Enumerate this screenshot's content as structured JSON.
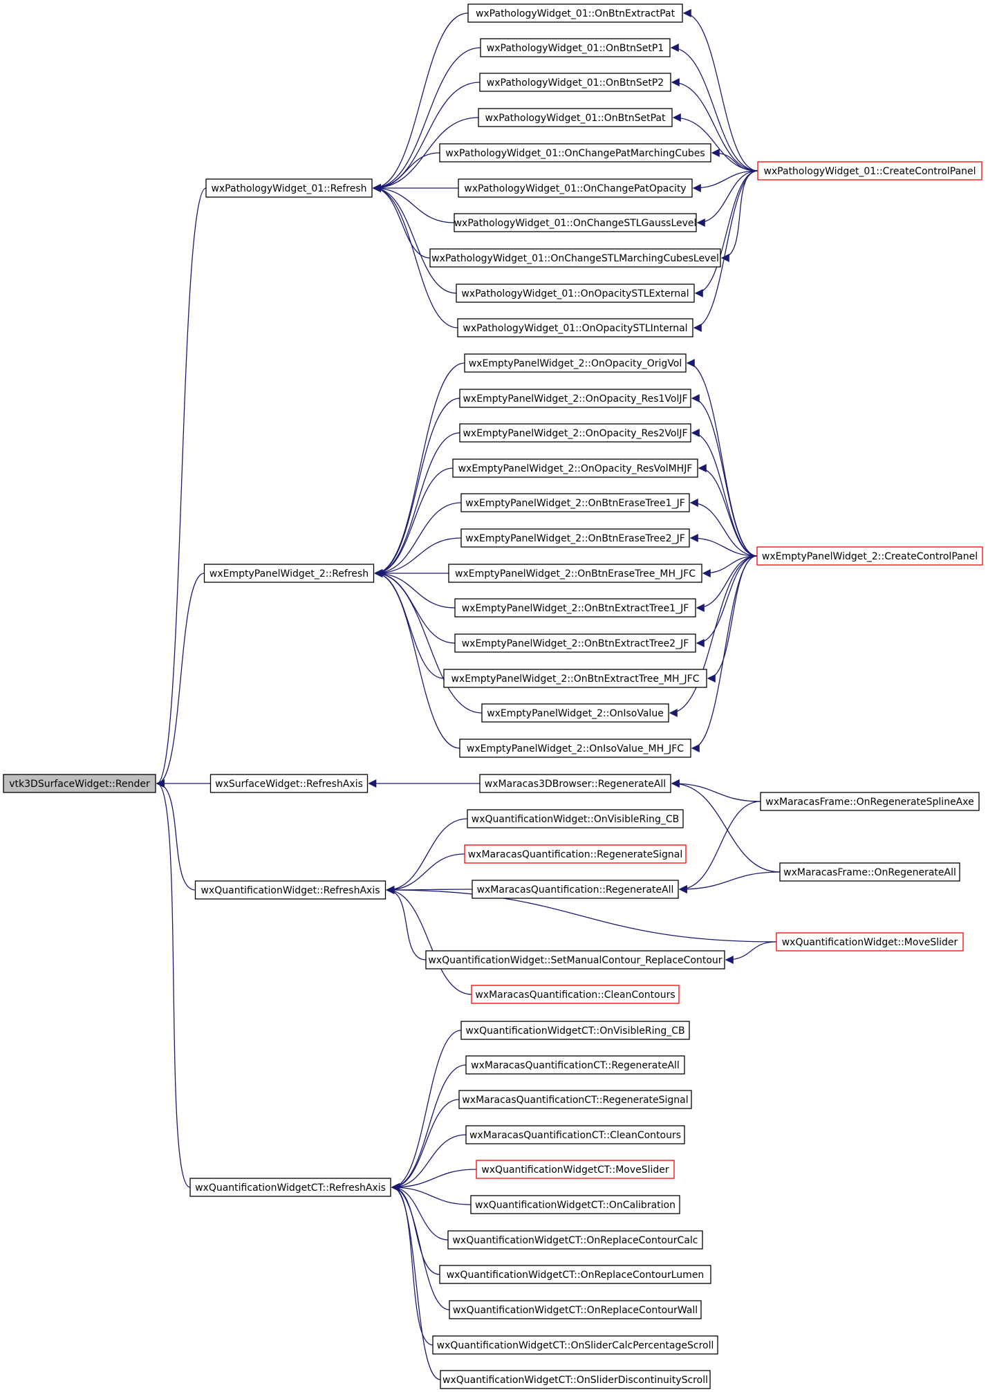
{
  "colors": {
    "edge": "#191970",
    "node_border": "#000000",
    "node_border_external": "#ff0000",
    "root_fill": "#bfbfbf",
    "node_fill": "#ffffff"
  },
  "nodes": [
    {
      "id": "root",
      "label": "vtk3DSurfaceWidget::Render",
      "root": true
    },
    {
      "id": "pw_refresh",
      "label": "wxPathologyWidget_01::Refresh"
    },
    {
      "id": "ep_refresh",
      "label": "wxEmptyPanelWidget_2::Refresh"
    },
    {
      "id": "sw_refreshaxis",
      "label": "wxSurfaceWidget::RefreshAxis"
    },
    {
      "id": "qw_refreshaxis",
      "label": "wxQuantificationWidget::RefreshAxis"
    },
    {
      "id": "qct_refreshaxis",
      "label": "wxQuantificationWidgetCT::RefreshAxis"
    },
    {
      "id": "pw_extractpat",
      "label": "wxPathologyWidget_01::OnBtnExtractPat"
    },
    {
      "id": "pw_setp1",
      "label": "wxPathologyWidget_01::OnBtnSetP1"
    },
    {
      "id": "pw_setp2",
      "label": "wxPathologyWidget_01::OnBtnSetP2"
    },
    {
      "id": "pw_setpat",
      "label": "wxPathologyWidget_01::OnBtnSetPat"
    },
    {
      "id": "pw_chgmc",
      "label": "wxPathologyWidget_01::OnChangePatMarchingCubes"
    },
    {
      "id": "pw_chgop",
      "label": "wxPathologyWidget_01::OnChangePatOpacity"
    },
    {
      "id": "pw_chgstlg",
      "label": "wxPathologyWidget_01::OnChangeSTLGaussLevel"
    },
    {
      "id": "pw_chgstlmc",
      "label": "wxPathologyWidget_01::OnChangeSTLMarchingCubesLevel"
    },
    {
      "id": "pw_opext",
      "label": "wxPathologyWidget_01::OnOpacitySTLExternal"
    },
    {
      "id": "pw_opint",
      "label": "wxPathologyWidget_01::OnOpacitySTLInternal"
    },
    {
      "id": "pw_ccp",
      "label": "wxPathologyWidget_01::CreateControlPanel",
      "external": true
    },
    {
      "id": "ep_oporig",
      "label": "wxEmptyPanelWidget_2::OnOpacity_OrigVol"
    },
    {
      "id": "ep_opres1",
      "label": "wxEmptyPanelWidget_2::OnOpacity_Res1VolJF"
    },
    {
      "id": "ep_opres2",
      "label": "wxEmptyPanelWidget_2::OnOpacity_Res2VolJF"
    },
    {
      "id": "ep_opresmh",
      "label": "wxEmptyPanelWidget_2::OnOpacity_ResVolMHJF"
    },
    {
      "id": "ep_erase1",
      "label": "wxEmptyPanelWidget_2::OnBtnEraseTree1_JF"
    },
    {
      "id": "ep_erase2",
      "label": "wxEmptyPanelWidget_2::OnBtnEraseTree2_JF"
    },
    {
      "id": "ep_erasemh",
      "label": "wxEmptyPanelWidget_2::OnBtnEraseTree_MH_JFC"
    },
    {
      "id": "ep_extract1",
      "label": "wxEmptyPanelWidget_2::OnBtnExtractTree1_JF"
    },
    {
      "id": "ep_extract2",
      "label": "wxEmptyPanelWidget_2::OnBtnExtractTree2_JF"
    },
    {
      "id": "ep_extractmh",
      "label": "wxEmptyPanelWidget_2::OnBtnExtractTree_MH_JFC"
    },
    {
      "id": "ep_iso",
      "label": "wxEmptyPanelWidget_2::OnIsoValue"
    },
    {
      "id": "ep_isomh",
      "label": "wxEmptyPanelWidget_2::OnIsoValue_MH_JFC"
    },
    {
      "id": "ep_ccp",
      "label": "wxEmptyPanelWidget_2::CreateControlPanel",
      "external": true
    },
    {
      "id": "m3d_regen",
      "label": "wxMaracas3DBrowser::RegenerateAll"
    },
    {
      "id": "mf_regenspline",
      "label": "wxMaracasFrame::OnRegenerateSplineAxe"
    },
    {
      "id": "mf_regenall",
      "label": "wxMaracasFrame::OnRegenerateAll"
    },
    {
      "id": "qw_visring",
      "label": "wxQuantificationWidget::OnVisibleRing_CB"
    },
    {
      "id": "mq_regensig",
      "label": "wxMaracasQuantification::RegenerateSignal",
      "external": true
    },
    {
      "id": "mq_regenall",
      "label": "wxMaracasQuantification::RegenerateAll"
    },
    {
      "id": "qw_moveslider",
      "label": "wxQuantificationWidget::MoveSlider",
      "external": true
    },
    {
      "id": "qw_setmanual",
      "label": "wxQuantificationWidget::SetManualContour_ReplaceContour"
    },
    {
      "id": "mq_clean",
      "label": "wxMaracasQuantification::CleanContours",
      "external": true
    },
    {
      "id": "qct_visring",
      "label": "wxQuantificationWidgetCT::OnVisibleRing_CB"
    },
    {
      "id": "mqct_regenall",
      "label": "wxMaracasQuantificationCT::RegenerateAll"
    },
    {
      "id": "mqct_regensig",
      "label": "wxMaracasQuantificationCT::RegenerateSignal"
    },
    {
      "id": "mqct_clean",
      "label": "wxMaracasQuantificationCT::CleanContours"
    },
    {
      "id": "qct_moveslider",
      "label": "wxQuantificationWidgetCT::MoveSlider",
      "external": true
    },
    {
      "id": "qct_calib",
      "label": "wxQuantificationWidgetCT::OnCalibration"
    },
    {
      "id": "qct_repcalc",
      "label": "wxQuantificationWidgetCT::OnReplaceContourCalc"
    },
    {
      "id": "qct_replumen",
      "label": "wxQuantificationWidgetCT::OnReplaceContourLumen"
    },
    {
      "id": "qct_repwall",
      "label": "wxQuantificationWidgetCT::OnReplaceContourWall"
    },
    {
      "id": "qct_slidercalc",
      "label": "wxQuantificationWidgetCT::OnSliderCalcPercentageScroll"
    },
    {
      "id": "qct_sliderdisc",
      "label": "wxQuantificationWidgetCT::OnSliderDiscontinuityScroll"
    }
  ],
  "edges": [
    [
      "pw_refresh",
      "root"
    ],
    [
      "ep_refresh",
      "root"
    ],
    [
      "sw_refreshaxis",
      "root"
    ],
    [
      "qw_refreshaxis",
      "root"
    ],
    [
      "qct_refreshaxis",
      "root"
    ],
    [
      "pw_extractpat",
      "pw_refresh"
    ],
    [
      "pw_setp1",
      "pw_refresh"
    ],
    [
      "pw_setp2",
      "pw_refresh"
    ],
    [
      "pw_setpat",
      "pw_refresh"
    ],
    [
      "pw_chgmc",
      "pw_refresh"
    ],
    [
      "pw_chgop",
      "pw_refresh"
    ],
    [
      "pw_chgstlg",
      "pw_refresh"
    ],
    [
      "pw_chgstlmc",
      "pw_refresh"
    ],
    [
      "pw_opext",
      "pw_refresh"
    ],
    [
      "pw_opint",
      "pw_refresh"
    ],
    [
      "pw_ccp",
      "pw_extractpat"
    ],
    [
      "pw_ccp",
      "pw_setp1"
    ],
    [
      "pw_ccp",
      "pw_setp2"
    ],
    [
      "pw_ccp",
      "pw_setpat"
    ],
    [
      "pw_ccp",
      "pw_chgmc"
    ],
    [
      "pw_ccp",
      "pw_chgop"
    ],
    [
      "pw_ccp",
      "pw_chgstlg"
    ],
    [
      "pw_ccp",
      "pw_chgstlmc"
    ],
    [
      "pw_ccp",
      "pw_opext"
    ],
    [
      "pw_ccp",
      "pw_opint"
    ],
    [
      "ep_oporig",
      "ep_refresh"
    ],
    [
      "ep_opres1",
      "ep_refresh"
    ],
    [
      "ep_opres2",
      "ep_refresh"
    ],
    [
      "ep_opresmh",
      "ep_refresh"
    ],
    [
      "ep_erase1",
      "ep_refresh"
    ],
    [
      "ep_erase2",
      "ep_refresh"
    ],
    [
      "ep_erasemh",
      "ep_refresh"
    ],
    [
      "ep_extract1",
      "ep_refresh"
    ],
    [
      "ep_extract2",
      "ep_refresh"
    ],
    [
      "ep_extractmh",
      "ep_refresh"
    ],
    [
      "ep_iso",
      "ep_refresh"
    ],
    [
      "ep_isomh",
      "ep_refresh"
    ],
    [
      "ep_ccp",
      "ep_oporig"
    ],
    [
      "ep_ccp",
      "ep_opres1"
    ],
    [
      "ep_ccp",
      "ep_opres2"
    ],
    [
      "ep_ccp",
      "ep_opresmh"
    ],
    [
      "ep_ccp",
      "ep_erase1"
    ],
    [
      "ep_ccp",
      "ep_erase2"
    ],
    [
      "ep_ccp",
      "ep_erasemh"
    ],
    [
      "ep_ccp",
      "ep_extract1"
    ],
    [
      "ep_ccp",
      "ep_extract2"
    ],
    [
      "ep_ccp",
      "ep_extractmh"
    ],
    [
      "ep_ccp",
      "ep_iso"
    ],
    [
      "ep_ccp",
      "ep_isomh"
    ],
    [
      "m3d_regen",
      "sw_refreshaxis"
    ],
    [
      "mf_regenspline",
      "m3d_regen"
    ],
    [
      "mf_regenall",
      "m3d_regen"
    ],
    [
      "qw_visring",
      "qw_refreshaxis"
    ],
    [
      "mq_regensig",
      "qw_refreshaxis"
    ],
    [
      "mq_regenall",
      "qw_refreshaxis"
    ],
    [
      "qw_moveslider",
      "qw_refreshaxis"
    ],
    [
      "qw_setmanual",
      "qw_refreshaxis"
    ],
    [
      "mq_clean",
      "qw_refreshaxis"
    ],
    [
      "mf_regenspline",
      "mq_regenall"
    ],
    [
      "mf_regenall",
      "mq_regenall"
    ],
    [
      "qw_moveslider",
      "qw_setmanual"
    ],
    [
      "qct_visring",
      "qct_refreshaxis"
    ],
    [
      "mqct_regenall",
      "qct_refreshaxis"
    ],
    [
      "mqct_regensig",
      "qct_refreshaxis"
    ],
    [
      "mqct_clean",
      "qct_refreshaxis"
    ],
    [
      "qct_moveslider",
      "qct_refreshaxis"
    ],
    [
      "qct_calib",
      "qct_refreshaxis"
    ],
    [
      "qct_repcalc",
      "qct_refreshaxis"
    ],
    [
      "qct_replumen",
      "qct_refreshaxis"
    ],
    [
      "qct_repwall",
      "qct_refreshaxis"
    ],
    [
      "qct_slidercalc",
      "qct_refreshaxis"
    ],
    [
      "qct_sliderdisc",
      "qct_refreshaxis"
    ]
  ]
}
